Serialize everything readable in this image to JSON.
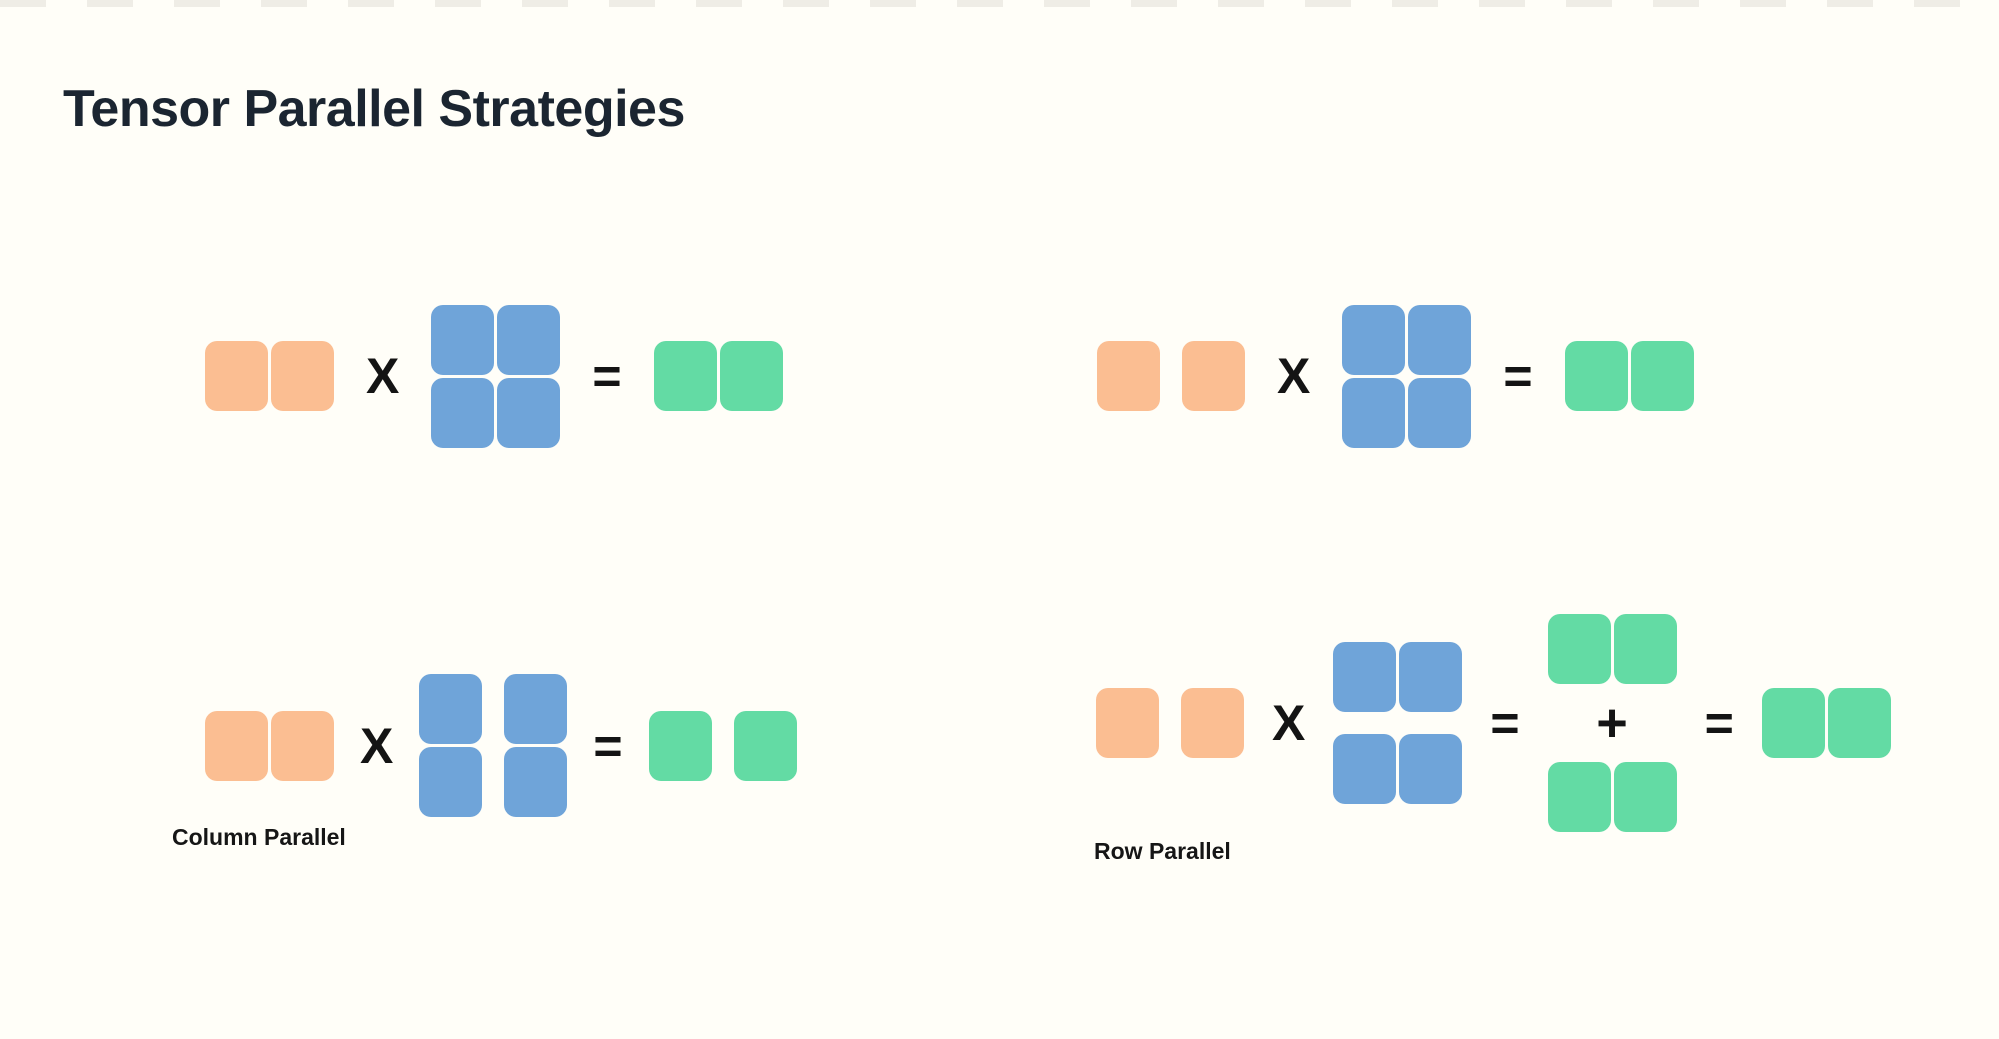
{
  "page": {
    "title": "Tensor Parallel Strategies"
  },
  "colors": {
    "page_background": "#FFFEF8",
    "title_text": "#1B2531",
    "label_text": "#161616",
    "operator_text": "#141414",
    "input_orange": "#FBBE92",
    "weight_blue": "#6FA4D9",
    "output_green": "#63DBA4",
    "top_dash": "#EFEDE6"
  },
  "operators": {
    "multiply": "X",
    "equals": "=",
    "plus": "+"
  },
  "labels": {
    "column_parallel": "Column Parallel",
    "row_parallel": "Row Parallel"
  },
  "diagrams": [
    {
      "name": "baseline-matmul-left",
      "items": [
        {
          "kind": "blocks",
          "name": "input-vector",
          "color": "input_orange",
          "rows": 1,
          "cols": 2,
          "split": "none"
        },
        {
          "kind": "op",
          "name": "multiply-operator",
          "op": "multiply"
        },
        {
          "kind": "blocks",
          "name": "weight-matrix",
          "color": "weight_blue",
          "rows": 2,
          "cols": 2,
          "split": "none"
        },
        {
          "kind": "op",
          "name": "equals-operator",
          "op": "equals"
        },
        {
          "kind": "blocks",
          "name": "output-vector",
          "color": "output_green",
          "rows": 1,
          "cols": 2,
          "split": "none"
        }
      ]
    },
    {
      "name": "baseline-matmul-right",
      "items": [
        {
          "kind": "blocks",
          "name": "input-vector-sharded",
          "color": "input_orange",
          "rows": 1,
          "cols": 2,
          "split": "cols"
        },
        {
          "kind": "op",
          "name": "multiply-operator",
          "op": "multiply"
        },
        {
          "kind": "blocks",
          "name": "weight-matrix",
          "color": "weight_blue",
          "rows": 2,
          "cols": 2,
          "split": "none"
        },
        {
          "kind": "op",
          "name": "equals-operator",
          "op": "equals"
        },
        {
          "kind": "blocks",
          "name": "output-vector",
          "color": "output_green",
          "rows": 1,
          "cols": 2,
          "split": "none"
        }
      ]
    },
    {
      "name": "column-parallel",
      "items": [
        {
          "kind": "blocks",
          "name": "input-vector",
          "color": "input_orange",
          "rows": 1,
          "cols": 2,
          "split": "none"
        },
        {
          "kind": "op",
          "name": "multiply-operator",
          "op": "multiply"
        },
        {
          "kind": "blocks",
          "name": "weight-matrix-column-split",
          "color": "weight_blue",
          "rows": 2,
          "cols": 2,
          "split": "cols"
        },
        {
          "kind": "op",
          "name": "equals-operator",
          "op": "equals"
        },
        {
          "kind": "blocks",
          "name": "output-vector-sharded",
          "color": "output_green",
          "rows": 1,
          "cols": 2,
          "split": "cols"
        }
      ]
    },
    {
      "name": "row-parallel",
      "items": [
        {
          "kind": "blocks",
          "name": "input-vector-sharded",
          "color": "input_orange",
          "rows": 1,
          "cols": 2,
          "split": "cols"
        },
        {
          "kind": "op",
          "name": "multiply-operator",
          "op": "multiply"
        },
        {
          "kind": "blocks",
          "name": "weight-matrix-row-split",
          "color": "weight_blue",
          "rows": 2,
          "cols": 2,
          "split": "rows"
        },
        {
          "kind": "op",
          "name": "equals-operator",
          "op": "equals"
        },
        {
          "kind": "stack",
          "name": "partial-sum-stack",
          "items": [
            {
              "kind": "blocks",
              "name": "partial-output-top",
              "color": "output_green",
              "rows": 1,
              "cols": 2,
              "split": "none"
            },
            {
              "kind": "op",
              "name": "plus-operator",
              "op": "plus"
            },
            {
              "kind": "blocks",
              "name": "partial-output-bottom",
              "color": "output_green",
              "rows": 1,
              "cols": 2,
              "split": "none"
            }
          ]
        },
        {
          "kind": "op",
          "name": "equals-operator",
          "op": "equals"
        },
        {
          "kind": "blocks",
          "name": "output-vector",
          "color": "output_green",
          "rows": 1,
          "cols": 2,
          "split": "none"
        }
      ]
    }
  ]
}
